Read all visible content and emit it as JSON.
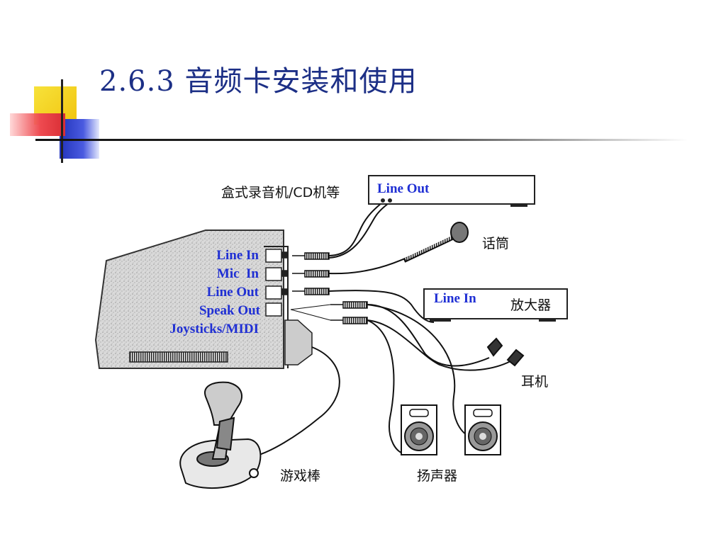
{
  "slide": {
    "title": "2.6.3 音频卡安装和使用"
  },
  "diagram": {
    "card_ports": [
      "Line In",
      "Mic  In",
      "Line Out",
      "Speak Out",
      "Joysticks/MIDI"
    ],
    "devices": {
      "tape_cd": {
        "label": "盒式录音机/CD机等",
        "port": "Line Out"
      },
      "microphone": {
        "label": "话筒"
      },
      "amplifier": {
        "label": "放大器",
        "port": "Line In"
      },
      "headphones": {
        "label": "耳机"
      },
      "speakers": {
        "label": "扬声器"
      },
      "joystick": {
        "label": "游戏棒"
      }
    }
  },
  "colors": {
    "title": "#1c2f86",
    "port_label": "#1f2fd4",
    "deco_yellow": "#f5d21e",
    "deco_red": "#e8323a",
    "deco_blue": "#2a3cc8"
  }
}
